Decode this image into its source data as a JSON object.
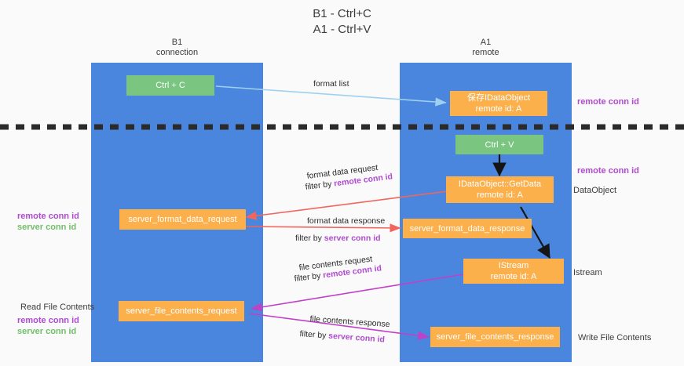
{
  "title": {
    "line1": "B1 - Ctrl+C",
    "line2": "A1 - Ctrl+V"
  },
  "columns": [
    {
      "name": "B1",
      "sub": "connection"
    },
    {
      "name": "A1",
      "sub": "remote"
    }
  ],
  "colors": {
    "lane": "#4a86de",
    "green_box": "#7ac57f",
    "orange_box": "#fbb04c",
    "remote_conn_id": "#b04ad0",
    "server_conn_id": "#72bf6a",
    "arrow_format_list": "#9fd0f0",
    "arrow_getdata": "#1a1a1a",
    "arrow_format_data": "#f2655e",
    "arrow_file_contents": "#c040c8",
    "divider": "#2b2b2b"
  },
  "boxes": {
    "ctrl_c": "Ctrl + C",
    "ctrl_v": "Ctrl + V",
    "idataobject_l1": "保存IDataObject",
    "idataobject_l2": "remote id: A",
    "getdata_l1": "IDataObject::GetData",
    "getdata_l2": "remote id: A",
    "istream_l1": "IStream",
    "istream_l2": "remote id: A",
    "server_format_data_request": "server_format_data_request",
    "server_format_data_response": "server_format_data_response",
    "server_file_contents_request": "server_file_contents_request",
    "server_file_contents_response": "server_file_contents_response"
  },
  "edge_labels": {
    "format_list": "format list",
    "format_data_request": "format data request",
    "format_data_request_filter_prefix": "filter by ",
    "format_data_request_filter_key": "remote conn id",
    "format_data_response": "format data response",
    "format_data_response_filter_prefix": "filter by ",
    "format_data_response_filter_key": "server conn id",
    "file_contents_request": "file contents request",
    "file_contents_request_filter_prefix": "filter by ",
    "file_contents_request_filter_key": "remote conn id",
    "file_contents_response": "file contents response",
    "file_contents_response_filter_prefix": "filter by ",
    "file_contents_response_filter_key": "server conn id"
  },
  "notes": {
    "right_remote_conn_id_top": "remote conn id",
    "right_remote_conn_id_mid": "remote conn id",
    "right_dataobject": "DataObject",
    "right_istream": "Istream",
    "right_write_file_contents": "Write File Contents",
    "left_remote_conn_id_mid": "remote conn id",
    "left_server_conn_id_mid": "server conn id",
    "left_read_file_contents": "Read File Contents",
    "left_remote_conn_id_bottom": "remote conn id",
    "left_server_conn_id_bottom": "server conn id"
  }
}
